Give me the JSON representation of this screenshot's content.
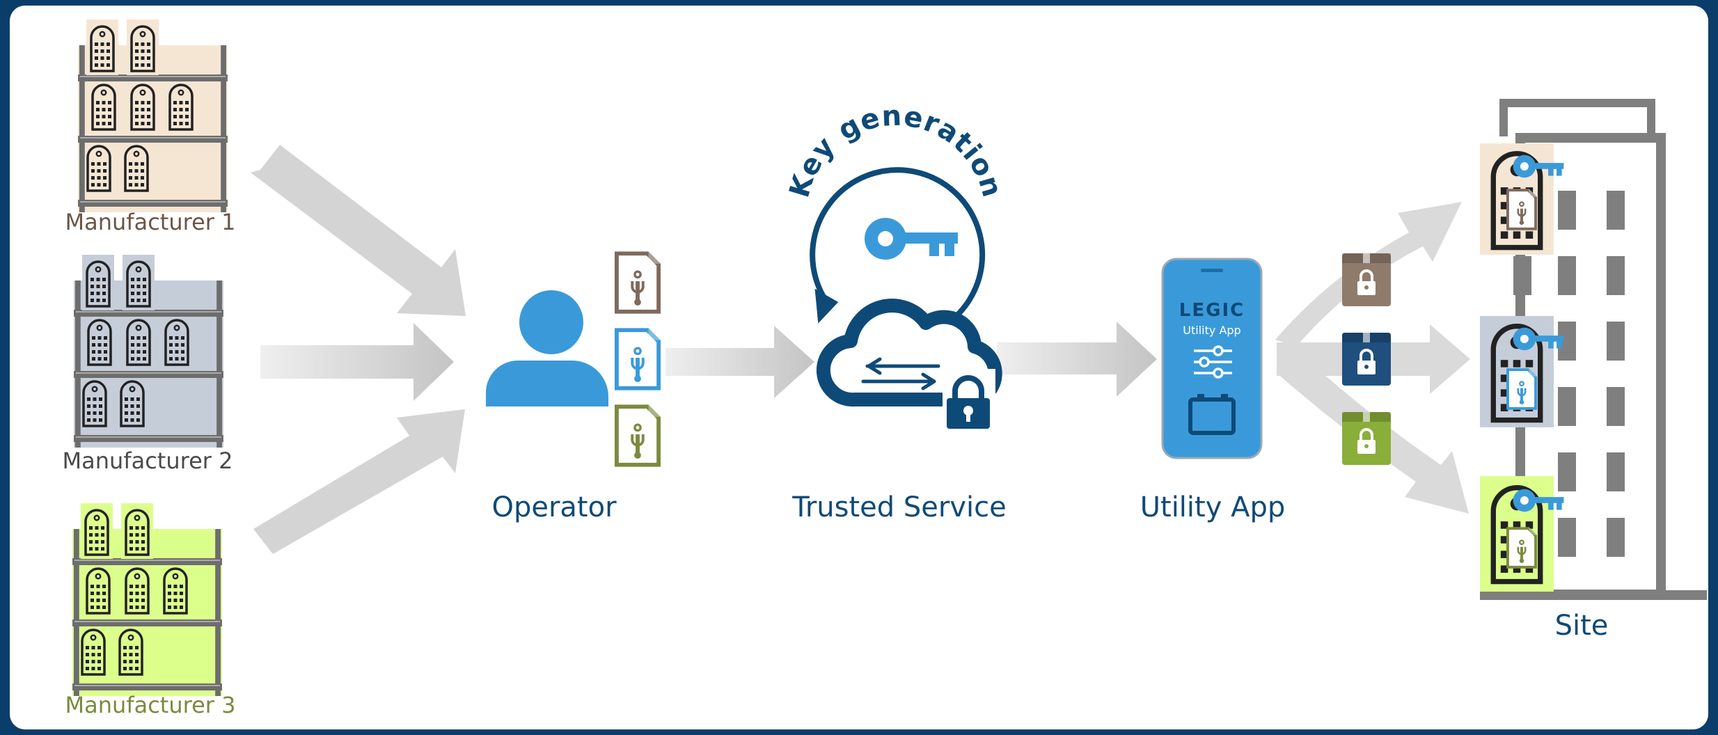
{
  "colors": {
    "navy": "#0e4a78",
    "blue": "#3a9ad9",
    "brown": "#7e6a5c",
    "olive": "#7b8a3e",
    "green_fill": "#dcff8c",
    "tan_fill": "#f5e6d4",
    "gray_fill": "#c5cdd9",
    "building": "#7f7f7f",
    "arrow": "#d0d0d0"
  },
  "manufacturers": [
    {
      "label": "Manufacturer 1",
      "label_color": "#6b5646",
      "fill": "#f5e6d4"
    },
    {
      "label": "Manufacturer 2",
      "label_color": "#4a4a4a",
      "fill": "#c5cdd9"
    },
    {
      "label": "Manufacturer 3",
      "label_color": "#7b8a3e",
      "fill": "#dcff8c"
    }
  ],
  "operator": {
    "label": "Operator"
  },
  "trusted_service": {
    "label": "Trusted Service",
    "arc_text": "Key generation"
  },
  "utility_app": {
    "label": "Utility App",
    "phone_brand": "LEGIC",
    "phone_subtitle": "Utility App"
  },
  "site": {
    "label": "Site"
  },
  "files": [
    {
      "color": "#7e6a5c"
    },
    {
      "color": "#3a9ad9"
    },
    {
      "color": "#7b8a3e"
    }
  ],
  "packages": [
    {
      "color": "#8f7b6c"
    },
    {
      "color": "#1f4f7e"
    },
    {
      "color": "#8aae3a"
    }
  ]
}
